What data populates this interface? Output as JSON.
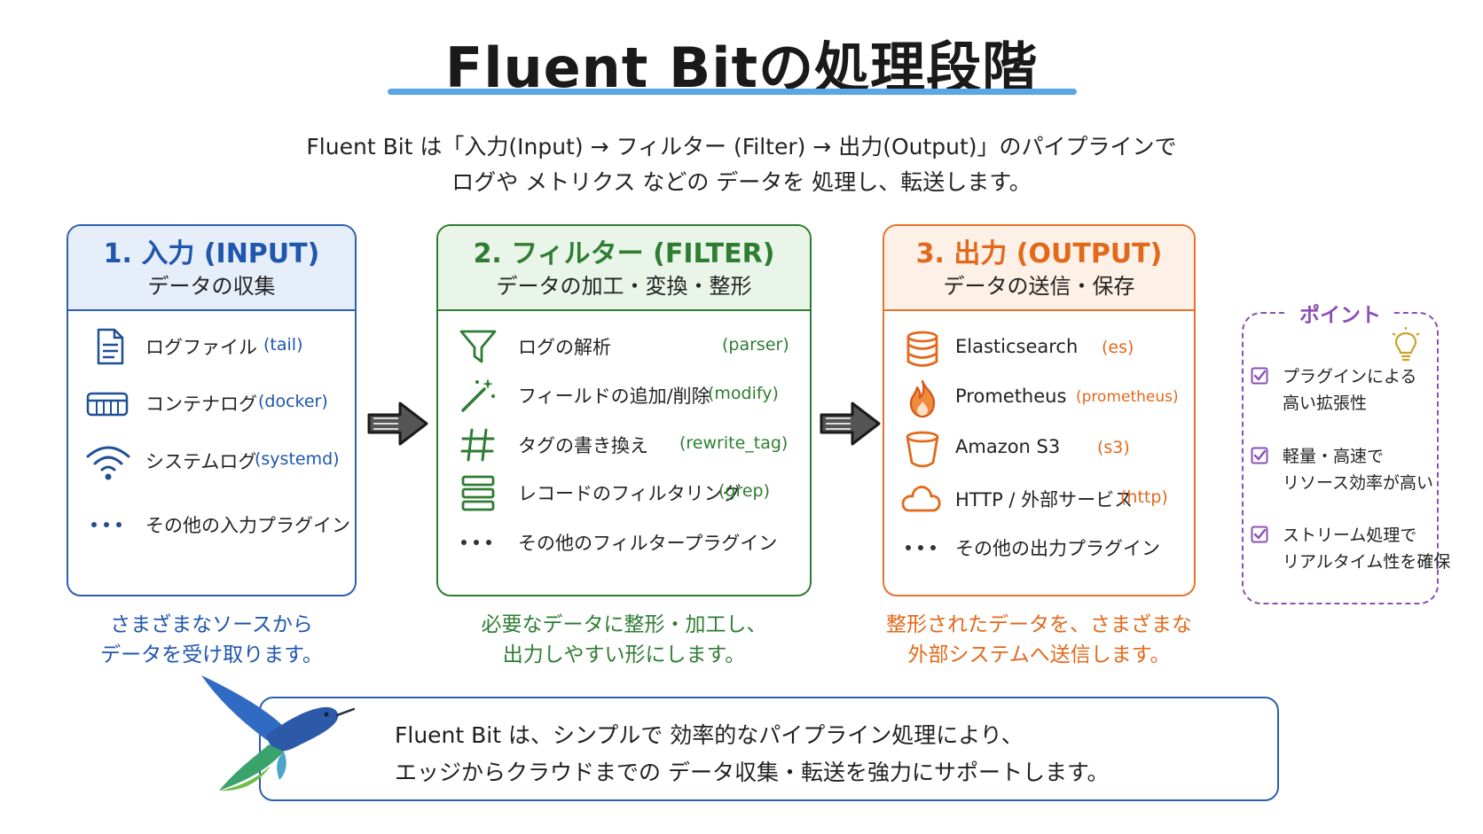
{
  "title": "Fluent Bitの処理段階",
  "intro": {
    "line1": "Fluent Bit は「入力(Input) → フィルター (Filter) → 出力(Output)」のパイプラインで",
    "line2": "ログや メトリクス などの データを 処理し、転送します。"
  },
  "stages": [
    {
      "title": "1. 入力 (INPUT)",
      "subtitle": "データの収集",
      "items": [
        {
          "icon": "document-icon",
          "label": "ログファイル",
          "tag": "(tail)"
        },
        {
          "icon": "container-icon",
          "label": "コンテナログ",
          "tag": "(docker)"
        },
        {
          "icon": "wifi-icon",
          "label": "システムログ",
          "tag": "(systemd)"
        },
        {
          "icon": "ellipsis-icon",
          "label": "その他の入力プラグイン",
          "tag": ""
        }
      ],
      "caption": [
        "さまざまなソースから",
        "データを受け取ります。"
      ]
    },
    {
      "title": "2. フィルター (FILTER)",
      "subtitle": "データの加工・変換・整形",
      "items": [
        {
          "icon": "funnel-icon",
          "label": "ログの解析",
          "tag": "(parser)"
        },
        {
          "icon": "magic-wand-icon",
          "label": "フィールドの追加/削除",
          "tag": "(modify)"
        },
        {
          "icon": "hash-icon",
          "label": "タグの書き換え",
          "tag": "(rewrite_tag)"
        },
        {
          "icon": "records-icon",
          "label": "レコードのフィルタリング",
          "tag": "(grep)"
        },
        {
          "icon": "ellipsis-icon",
          "label": "その他のフィルタープラグイン",
          "tag": ""
        }
      ],
      "caption": [
        "必要なデータに整形・加工し、",
        "出力しやすい形にします。"
      ]
    },
    {
      "title": "3. 出力 (OUTPUT)",
      "subtitle": "データの送信・保存",
      "items": [
        {
          "icon": "database-icon",
          "label": "Elasticsearch",
          "tag": "(es)"
        },
        {
          "icon": "flame-icon",
          "label": "Prometheus",
          "tag": "(prometheus)"
        },
        {
          "icon": "bucket-icon",
          "label": "Amazon S3",
          "tag": "(s3)"
        },
        {
          "icon": "cloud-icon",
          "label": "HTTP / 外部サービス",
          "tag": "(http)"
        },
        {
          "icon": "ellipsis-icon",
          "label": "その他の出力プラグイン",
          "tag": ""
        }
      ],
      "caption": [
        "整形されたデータを、さまざまな",
        "外部システムへ送信します。"
      ]
    }
  ],
  "points": {
    "title": "ポイント",
    "items": [
      [
        "プラグインによる",
        "高い拡張性"
      ],
      [
        "軽量・高速で",
        "リソース効率が高い"
      ],
      [
        "ストリーム処理で",
        "リアルタイム性を確保"
      ]
    ]
  },
  "bottom": {
    "line1": "Fluent Bit は、シンプルで 効率的なパイプライン処理により、",
    "line2": "エッジからクラウドまでの データ収集・転送を強力にサポートします。"
  },
  "colors": {
    "input": "#2c5fb0",
    "filter": "#2e7d32",
    "output": "#e8722a",
    "points": "#8a4fb5",
    "underline": "#5aa7e6"
  }
}
